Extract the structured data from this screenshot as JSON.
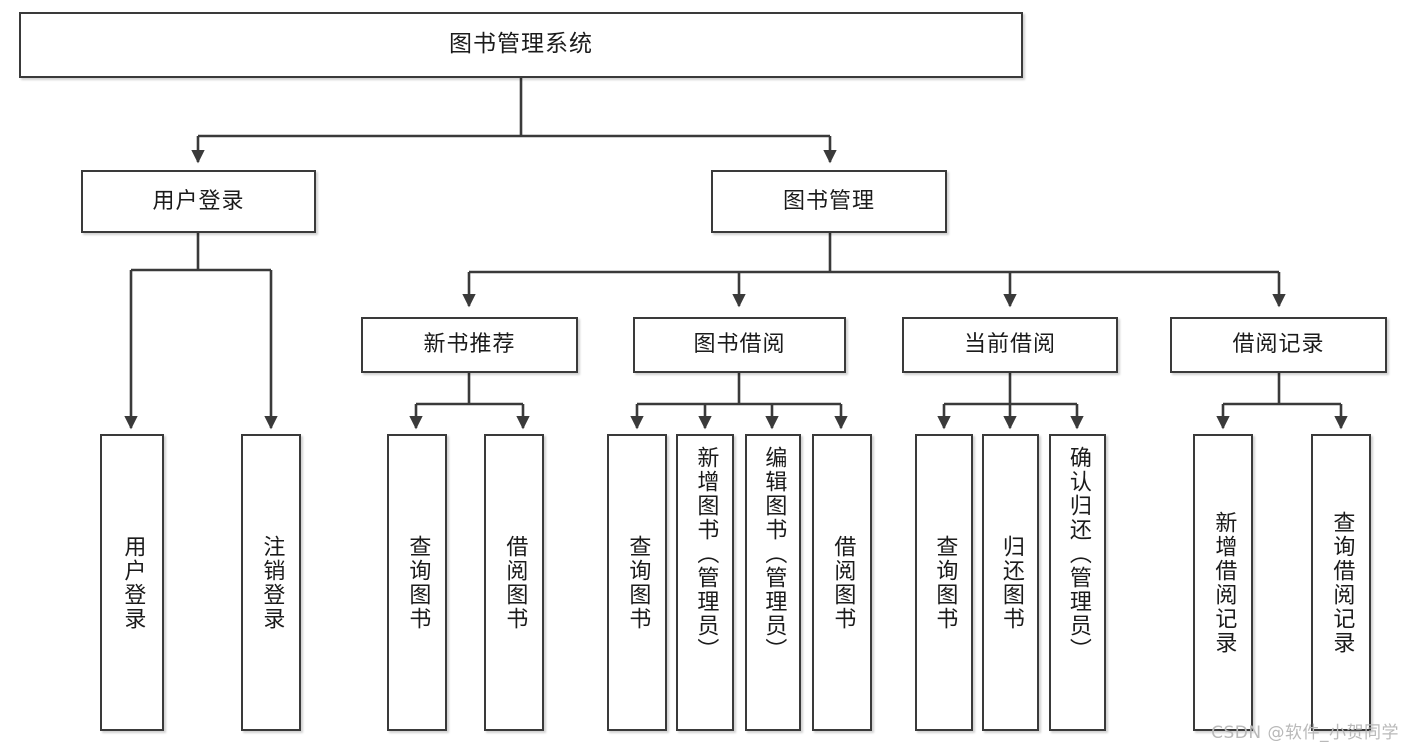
{
  "diagram": {
    "type": "tree-hierarchy",
    "title": "图书管理系统",
    "watermark": "CSDN @软件_小贺同学",
    "colors": {
      "box_border": "#3a3a3a",
      "box_fill": "#ffffff",
      "connector": "#3a3a3a",
      "text": "#1b1b1b",
      "watermark": "#b9b9b9"
    },
    "levels": {
      "root": "图书管理系统",
      "level2": [
        "用户登录",
        "图书管理"
      ],
      "level3": [
        "新书推荐",
        "图书借阅",
        "当前借阅",
        "借阅记录"
      ]
    },
    "nodes": {
      "root": {
        "label": "图书管理系统"
      },
      "user_login": {
        "label": "用户登录"
      },
      "book_admin": {
        "label": "图书管理"
      },
      "new_book_rec": {
        "label": "新书推荐"
      },
      "book_borrow": {
        "label": "图书借阅"
      },
      "current_borrow": {
        "label": "当前借阅"
      },
      "borrow_record": {
        "label": "借阅记录"
      },
      "leaf_user_login": {
        "label": "用户登录"
      },
      "leaf_user_logout": {
        "label": "注销登录"
      },
      "leaf_query_book_1": {
        "label": "查询图书"
      },
      "leaf_borrow_book_1": {
        "label": "借阅图书"
      },
      "leaf_query_book_2": {
        "label": "查询图书"
      },
      "leaf_add_book": {
        "label": "新增图书（管理员）"
      },
      "leaf_edit_book": {
        "label": "编辑图书（管理员）"
      },
      "leaf_borrow_book_2": {
        "label": "借阅图书"
      },
      "leaf_query_book_3": {
        "label": "查询图书"
      },
      "leaf_return_book": {
        "label": "归还图书"
      },
      "leaf_confirm_return": {
        "label": "确认归还（管理员）"
      },
      "leaf_add_record": {
        "label": "新增借阅记录"
      },
      "leaf_query_record": {
        "label": "查询借阅记录"
      }
    },
    "edges": [
      {
        "from": "root",
        "to": "user_login"
      },
      {
        "from": "root",
        "to": "book_admin"
      },
      {
        "from": "user_login",
        "to": "leaf_user_login"
      },
      {
        "from": "user_login",
        "to": "leaf_user_logout"
      },
      {
        "from": "book_admin",
        "to": "new_book_rec"
      },
      {
        "from": "book_admin",
        "to": "book_borrow"
      },
      {
        "from": "book_admin",
        "to": "current_borrow"
      },
      {
        "from": "book_admin",
        "to": "borrow_record"
      },
      {
        "from": "new_book_rec",
        "to": "leaf_query_book_1"
      },
      {
        "from": "new_book_rec",
        "to": "leaf_borrow_book_1"
      },
      {
        "from": "book_borrow",
        "to": "leaf_query_book_2"
      },
      {
        "from": "book_borrow",
        "to": "leaf_add_book"
      },
      {
        "from": "book_borrow",
        "to": "leaf_edit_book"
      },
      {
        "from": "book_borrow",
        "to": "leaf_borrow_book_2"
      },
      {
        "from": "current_borrow",
        "to": "leaf_query_book_3"
      },
      {
        "from": "current_borrow",
        "to": "leaf_return_book"
      },
      {
        "from": "current_borrow",
        "to": "leaf_confirm_return"
      },
      {
        "from": "borrow_record",
        "to": "leaf_add_record"
      },
      {
        "from": "borrow_record",
        "to": "leaf_query_record"
      }
    ]
  }
}
